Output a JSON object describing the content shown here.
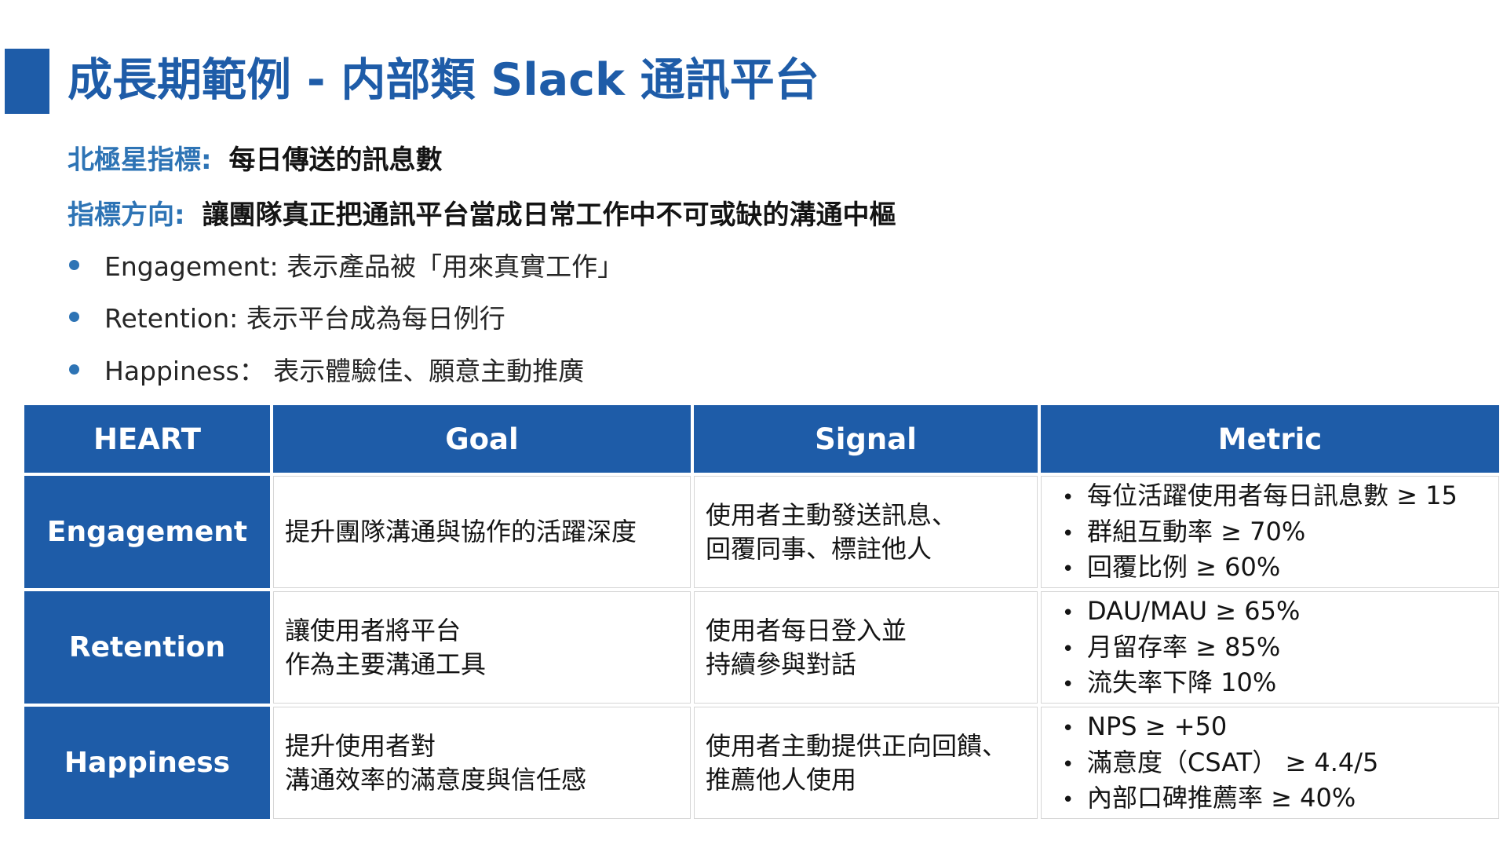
{
  "glyphs": {
    "bullet": "•"
  },
  "colors": {
    "accent_blue": "#1E5CA8",
    "label_blue": "#2E74B5",
    "text_dark": "#141414",
    "cell_border": "#D5D5D5"
  },
  "slide": {
    "title": "成長期範例 - 内部類 Slack 通訊平台",
    "north_star": {
      "label": "北極星指標:",
      "value": "每日傳送的訊息數"
    },
    "direction": {
      "label": "指標方向:",
      "value": "讓團隊真正把通訊平台當成日常工作中不可或缺的溝通中樞"
    },
    "bullets": [
      "Engagement: 表示產品被「用來真實工作」",
      "Retention: 表示平台成為每日例行",
      "Happiness： 表示體驗佳、願意主動推廣"
    ]
  },
  "table": {
    "headers": [
      "HEART",
      "Goal",
      "Signal",
      "Metric"
    ],
    "rows": [
      {
        "heart": "Engagement",
        "goal": [
          "提升團隊溝通與協作的活躍深度"
        ],
        "signal": [
          "使用者主動發送訊息、",
          "回覆同事、標註他人"
        ],
        "metrics": [
          "每位活躍使用者每日訊息數 ≥ 15",
          "群組互動率 ≥ 70%",
          "回覆比例 ≥ 60%"
        ]
      },
      {
        "heart": "Retention",
        "goal": [
          "讓使用者將平台",
          "作為主要溝通工具"
        ],
        "signal": [
          "使用者每日登入並",
          "持續參與對話"
        ],
        "metrics": [
          "DAU/MAU ≥ 65%",
          "月留存率 ≥ 85%",
          "流失率下降 10%"
        ]
      },
      {
        "heart": "Happiness",
        "goal": [
          "提升使用者對",
          "溝通效率的滿意度與信任感"
        ],
        "signal": [
          "使用者主動提供正向回饋、",
          "推薦他人使用"
        ],
        "metrics": [
          "NPS ≥ +50",
          "滿意度（CSAT） ≥ 4.4/5",
          "內部口碑推薦率 ≥ 40%"
        ]
      }
    ]
  }
}
